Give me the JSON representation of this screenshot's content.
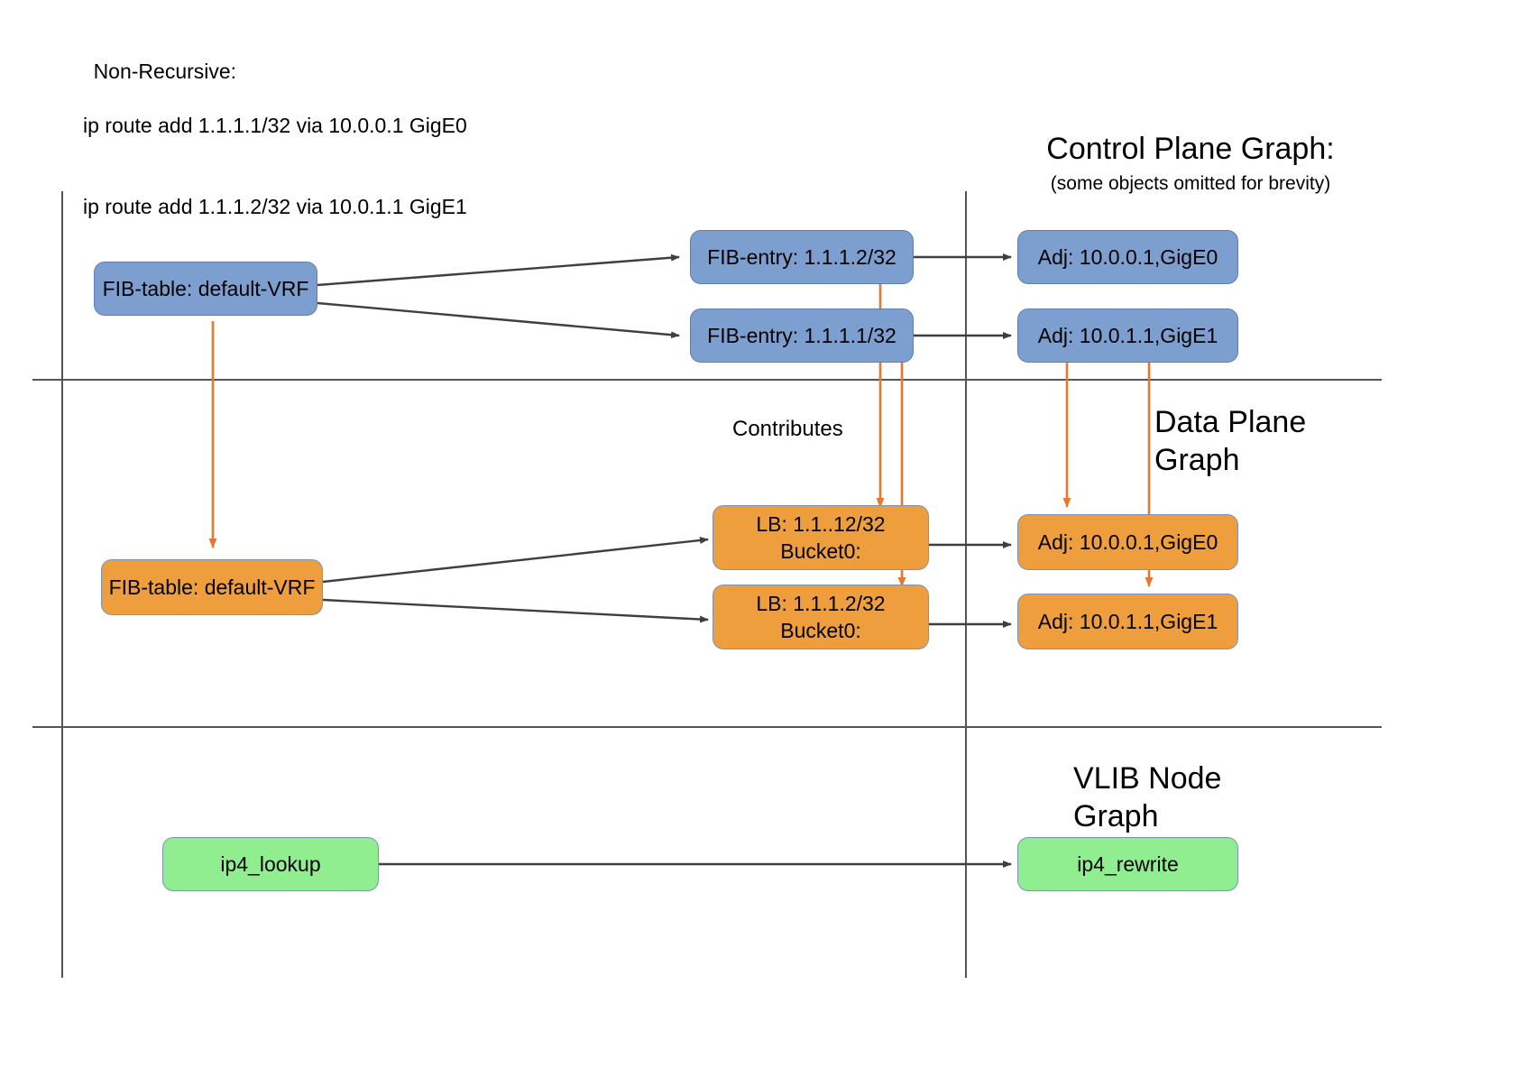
{
  "header": {
    "line1": "Non-Recursive:",
    "line2": "ip route add 1.1.1.1/32 via 10.0.0.1 GigE0",
    "line3": "ip route add 1.1.1.2/32 via 10.0.1.1 GigE1"
  },
  "sections": {
    "control_plane": {
      "title": "Control Plane Graph:",
      "subtitle": "(some objects omitted for brevity)"
    },
    "data_plane": {
      "title_line1": "Data Plane",
      "title_line2": "Graph"
    },
    "vlib": {
      "title_line1": "VLIB Node",
      "title_line2": "Graph"
    }
  },
  "labels": {
    "contributes": "Contributes"
  },
  "nodes": {
    "cp_fib_table": "FIB-table: default-VRF",
    "cp_fib_entry_top": "FIB-entry: 1.1.1.2/32",
    "cp_fib_entry_bottom": "FIB-entry: 1.1.1.1/32",
    "cp_adj_top": "Adj: 10.0.0.1,GigE0",
    "cp_adj_bottom": "Adj: 10.0.1.1,GigE1",
    "dp_fib_table": "FIB-table: default-VRF",
    "dp_lb_top_line1": "LB: 1.1..12/32",
    "dp_lb_top_line2": "Bucket0:",
    "dp_lb_bottom_line1": "LB: 1.1.1.2/32",
    "dp_lb_bottom_line2": "Bucket0:",
    "dp_adj_top": "Adj: 10.0.0.1,GigE0",
    "dp_adj_bottom": "Adj: 10.0.1.1,GigE1",
    "vlib_lookup": "ip4_lookup",
    "vlib_rewrite": "ip4_rewrite"
  },
  "colors": {
    "control_plane_fill": "#7d9fd0",
    "data_plane_fill": "#ef9e3e",
    "vlib_fill": "#90ee90",
    "contributes_arrow": "#e8762c",
    "flow_arrow": "#3f3f3f",
    "divider": "#555555"
  }
}
